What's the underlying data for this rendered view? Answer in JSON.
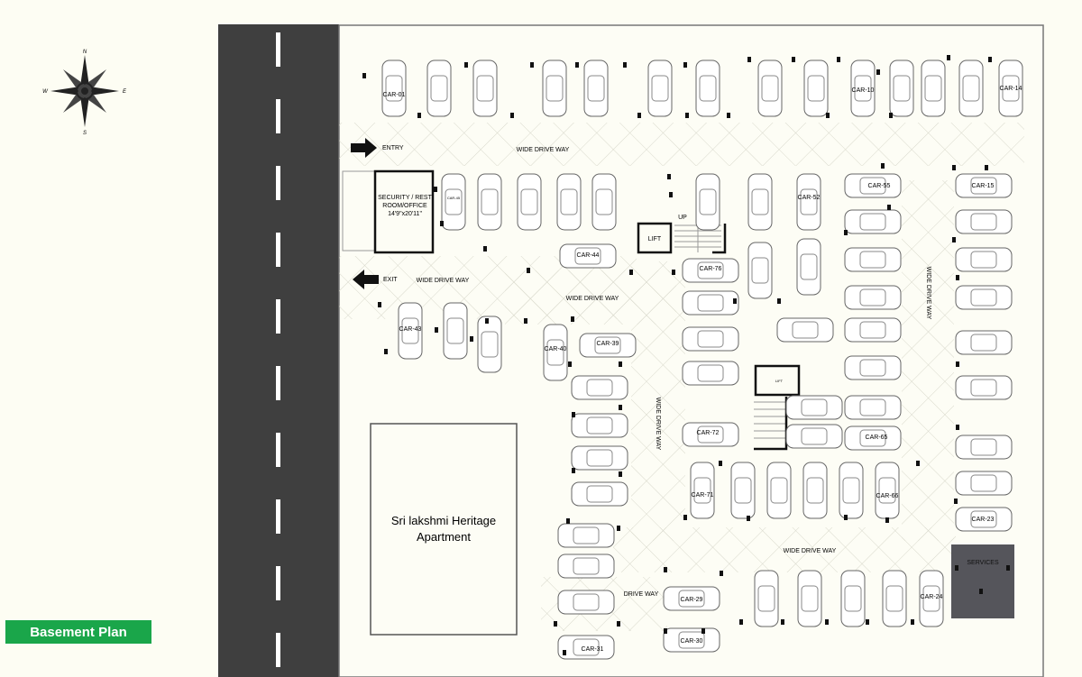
{
  "compass": {
    "n": "N",
    "s": "S",
    "e": "E",
    "w": "W"
  },
  "legend_tag": "Basement Plan",
  "labels": {
    "entry": "ENTRY",
    "exit": "EXIT",
    "drive_top": "WIDE DRIVE WAY",
    "drive_left": "WIDE DRIVE WAY",
    "drive_mid": "WIDE DRIVE WAY",
    "drive_vertical_mid": "WIDE DRIVE WAY",
    "drive_vertical_right": "WIDE DRIVE WAY",
    "drive_bottom": "WIDE DRIVE WAY",
    "drive_small": "DRIVE WAY",
    "security_line1": "SECURITY / REST",
    "security_line2": "ROOM/OFFICE",
    "security_line3": "14'9\"x20'11\"",
    "lift_main": "LIFT",
    "lift_small": "LIFT",
    "up": "UP",
    "services": "SERVICES",
    "building_line1": "Sri lakshmi Heritage",
    "building_line2": "Apartment"
  },
  "car_labels": {
    "car01": "CAR-01",
    "car10": "CAR-10",
    "car14": "CAR-14",
    "car15": "CAR-15",
    "car23": "CAR-23",
    "car24": "CAR-24",
    "car29": "CAR-29",
    "car30": "CAR-30",
    "car31": "CAR-31",
    "car39": "CAR-39",
    "car40": "CAR-40",
    "car43": "CAR-43",
    "car44": "CAR-44",
    "car45": "CAR-45",
    "car52": "CAR-52",
    "car55": "CAR-55",
    "car65": "CAR-65",
    "car66": "CAR-66",
    "car71": "CAR-71",
    "car72": "CAR-72",
    "car76": "CAR-76"
  }
}
